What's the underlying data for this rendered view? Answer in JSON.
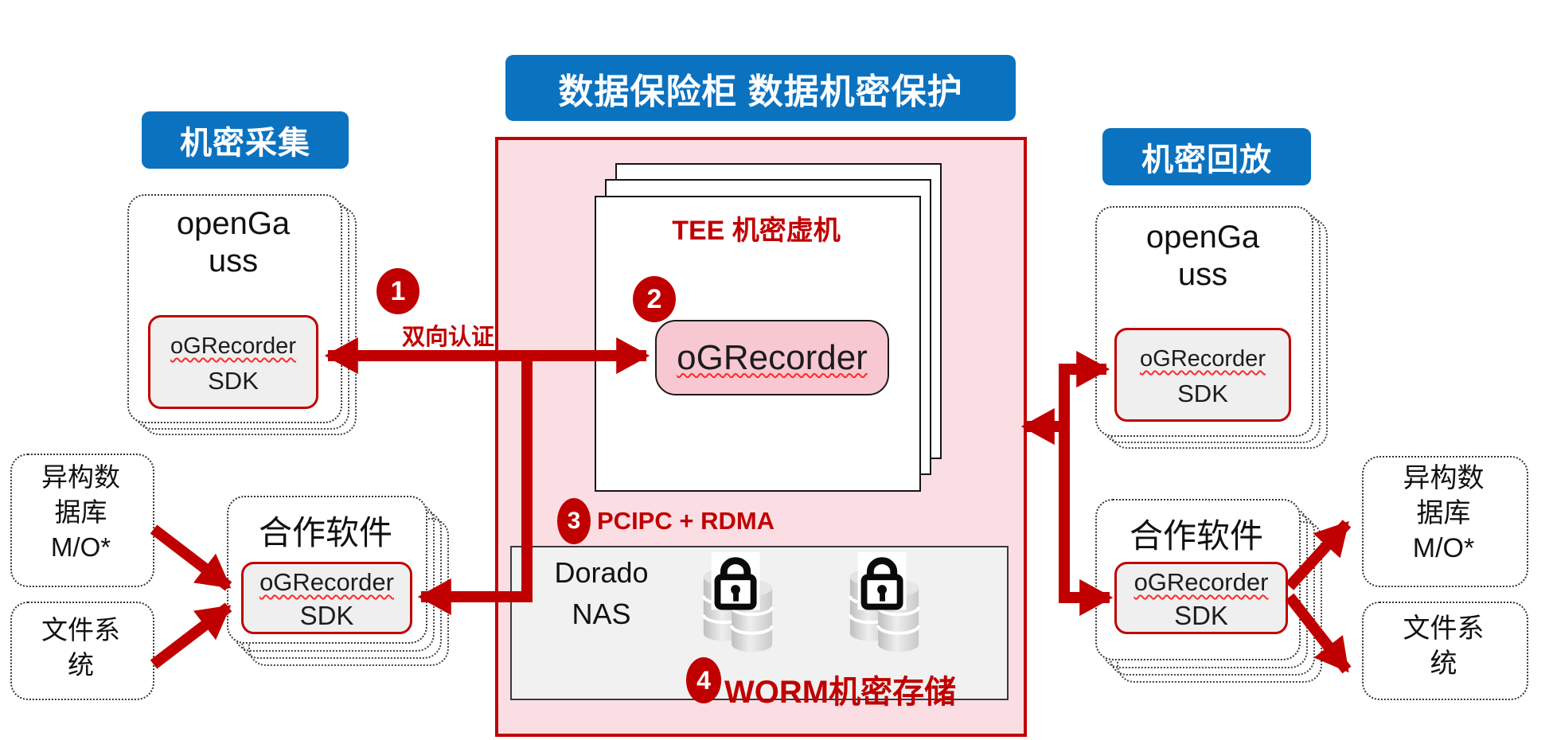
{
  "colors": {
    "banner_blue": "#0B72C0",
    "accent_dark_red": "#C00000",
    "vault_pink": "#FBDEE4",
    "recorder_pink": "#F7C7D2",
    "sdk_gray": "#EFEFEF",
    "nas_gray": "#F1F1F1"
  },
  "banners": {
    "top": "数据保险柜 数据机密保护",
    "collect": "机密采集",
    "replay": "机密回放"
  },
  "collect_side": {
    "opengauss": {
      "l1": "openGa",
      "l2": "uss",
      "sdk1": "oGRecorder",
      "sdk2": "SDK"
    },
    "partner": {
      "title": "合作软件",
      "sdk1": "oGRecorder",
      "sdk2": "SDK"
    },
    "hetero_db": {
      "l1": "异构数",
      "l2": "据库",
      "l3": "M/O*"
    },
    "file_system": {
      "l1": "文件系",
      "l2": "统"
    }
  },
  "replay_side": {
    "opengauss": {
      "l1": "openGa",
      "l2": "uss",
      "sdk1": "oGRecorder",
      "sdk2": "SDK"
    },
    "partner": {
      "title": "合作软件",
      "sdk1": "oGRecorder",
      "sdk2": "SDK"
    },
    "hetero_db": {
      "l1": "异构数",
      "l2": "据库",
      "l3": "M/O*"
    },
    "file_system": {
      "l1": "文件系",
      "l2": "统"
    }
  },
  "vault": {
    "tee_title": "TEE 机密虚机",
    "recorder": "oGRecorder",
    "nas": {
      "l1": "Dorado",
      "l2": "NAS"
    }
  },
  "steps": {
    "s1": {
      "num": "1",
      "label": "双向认证"
    },
    "s2": {
      "num": "2"
    },
    "s3": {
      "num": "3",
      "label": "PCIPC + RDMA"
    },
    "s4": {
      "num": "4",
      "label": "WORM机密存储"
    }
  }
}
